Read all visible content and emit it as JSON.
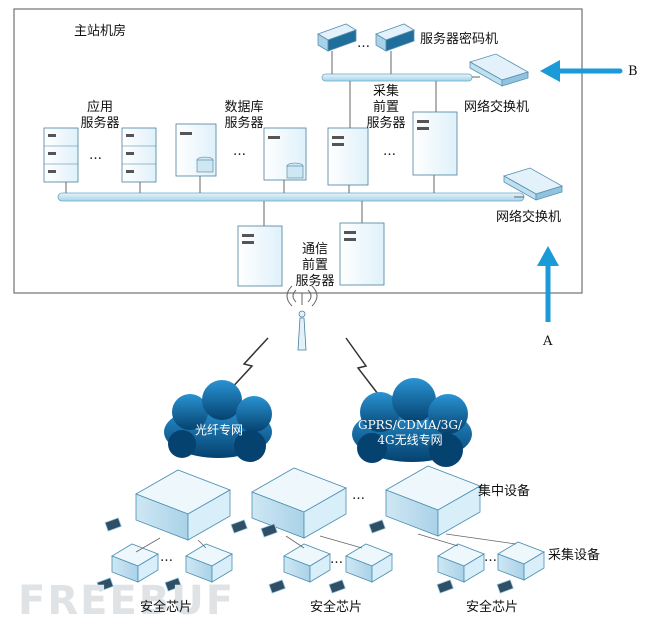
{
  "labels": {
    "main_room": "主站机房",
    "app_server": [
      "应用",
      "服务器"
    ],
    "db_server": [
      "数据库",
      "服务器"
    ],
    "acq_server": [
      "采集",
      "前置",
      "服务器"
    ],
    "crypto": "服务器密码机",
    "switch_top": "网络交换机",
    "switch_mid": "网络交换机",
    "comm_server": [
      "通信",
      "前置",
      "服务器"
    ],
    "arrow_b": "B",
    "arrow_a": "A",
    "fiber": "光纤专网",
    "wireless": [
      "GPRS/CDMA/3G/",
      "4G无线专网"
    ],
    "concentrator": "集中设备",
    "collector": "采集设备",
    "chip": "安全芯片",
    "ellipsis": "…",
    "watermark": "FREEBUF"
  },
  "colors": {
    "arrow": "#1a9ad6",
    "cloud": "#0b6aa8",
    "bus": "#c9e8f5"
  }
}
